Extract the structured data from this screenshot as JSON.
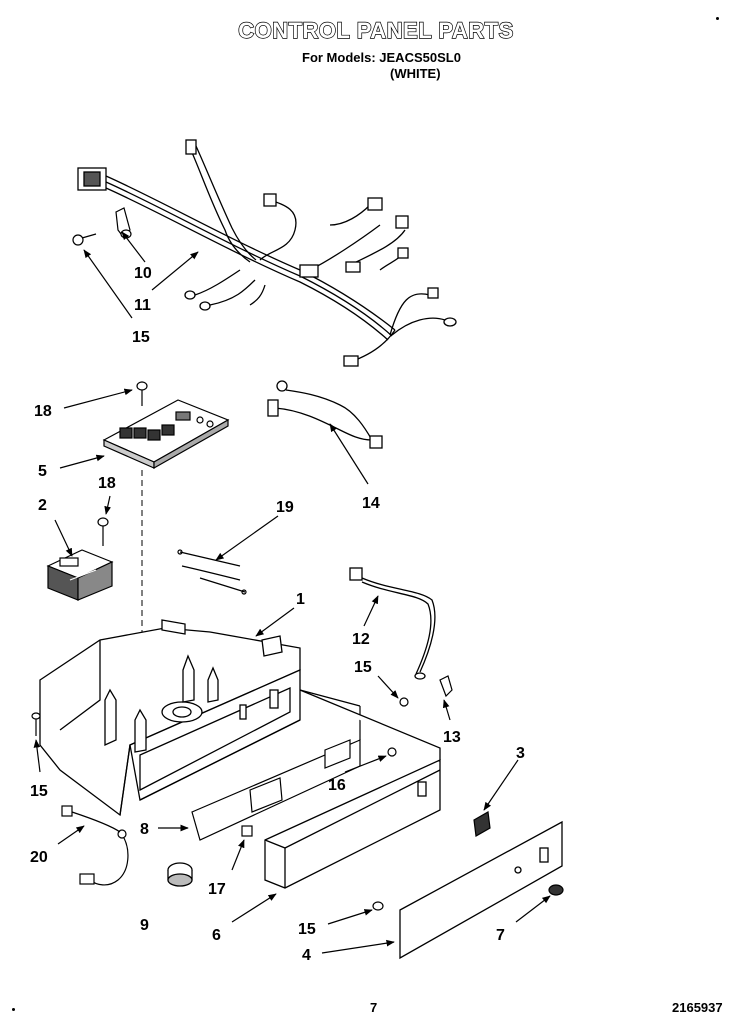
{
  "title": "CONTROL PANEL PARTS",
  "subtitle_models": "For Models: JEACS50SL0",
  "subtitle_color": "(WHITE)",
  "page_number": "7",
  "document_number": "2165937",
  "callouts": {
    "c10": "10",
    "c11": "11",
    "c15a": "15",
    "c18a": "18",
    "c5": "5",
    "c14": "14",
    "c2": "2",
    "c18b": "18",
    "c19": "19",
    "c1": "1",
    "c12": "12",
    "c15b": "15",
    "c13": "13",
    "c15c": "15",
    "c16": "16",
    "c3": "3",
    "c8": "8",
    "c20": "20",
    "c17": "17",
    "c9": "9",
    "c6": "6",
    "c15d": "15",
    "c7": "7",
    "c4": "4"
  }
}
